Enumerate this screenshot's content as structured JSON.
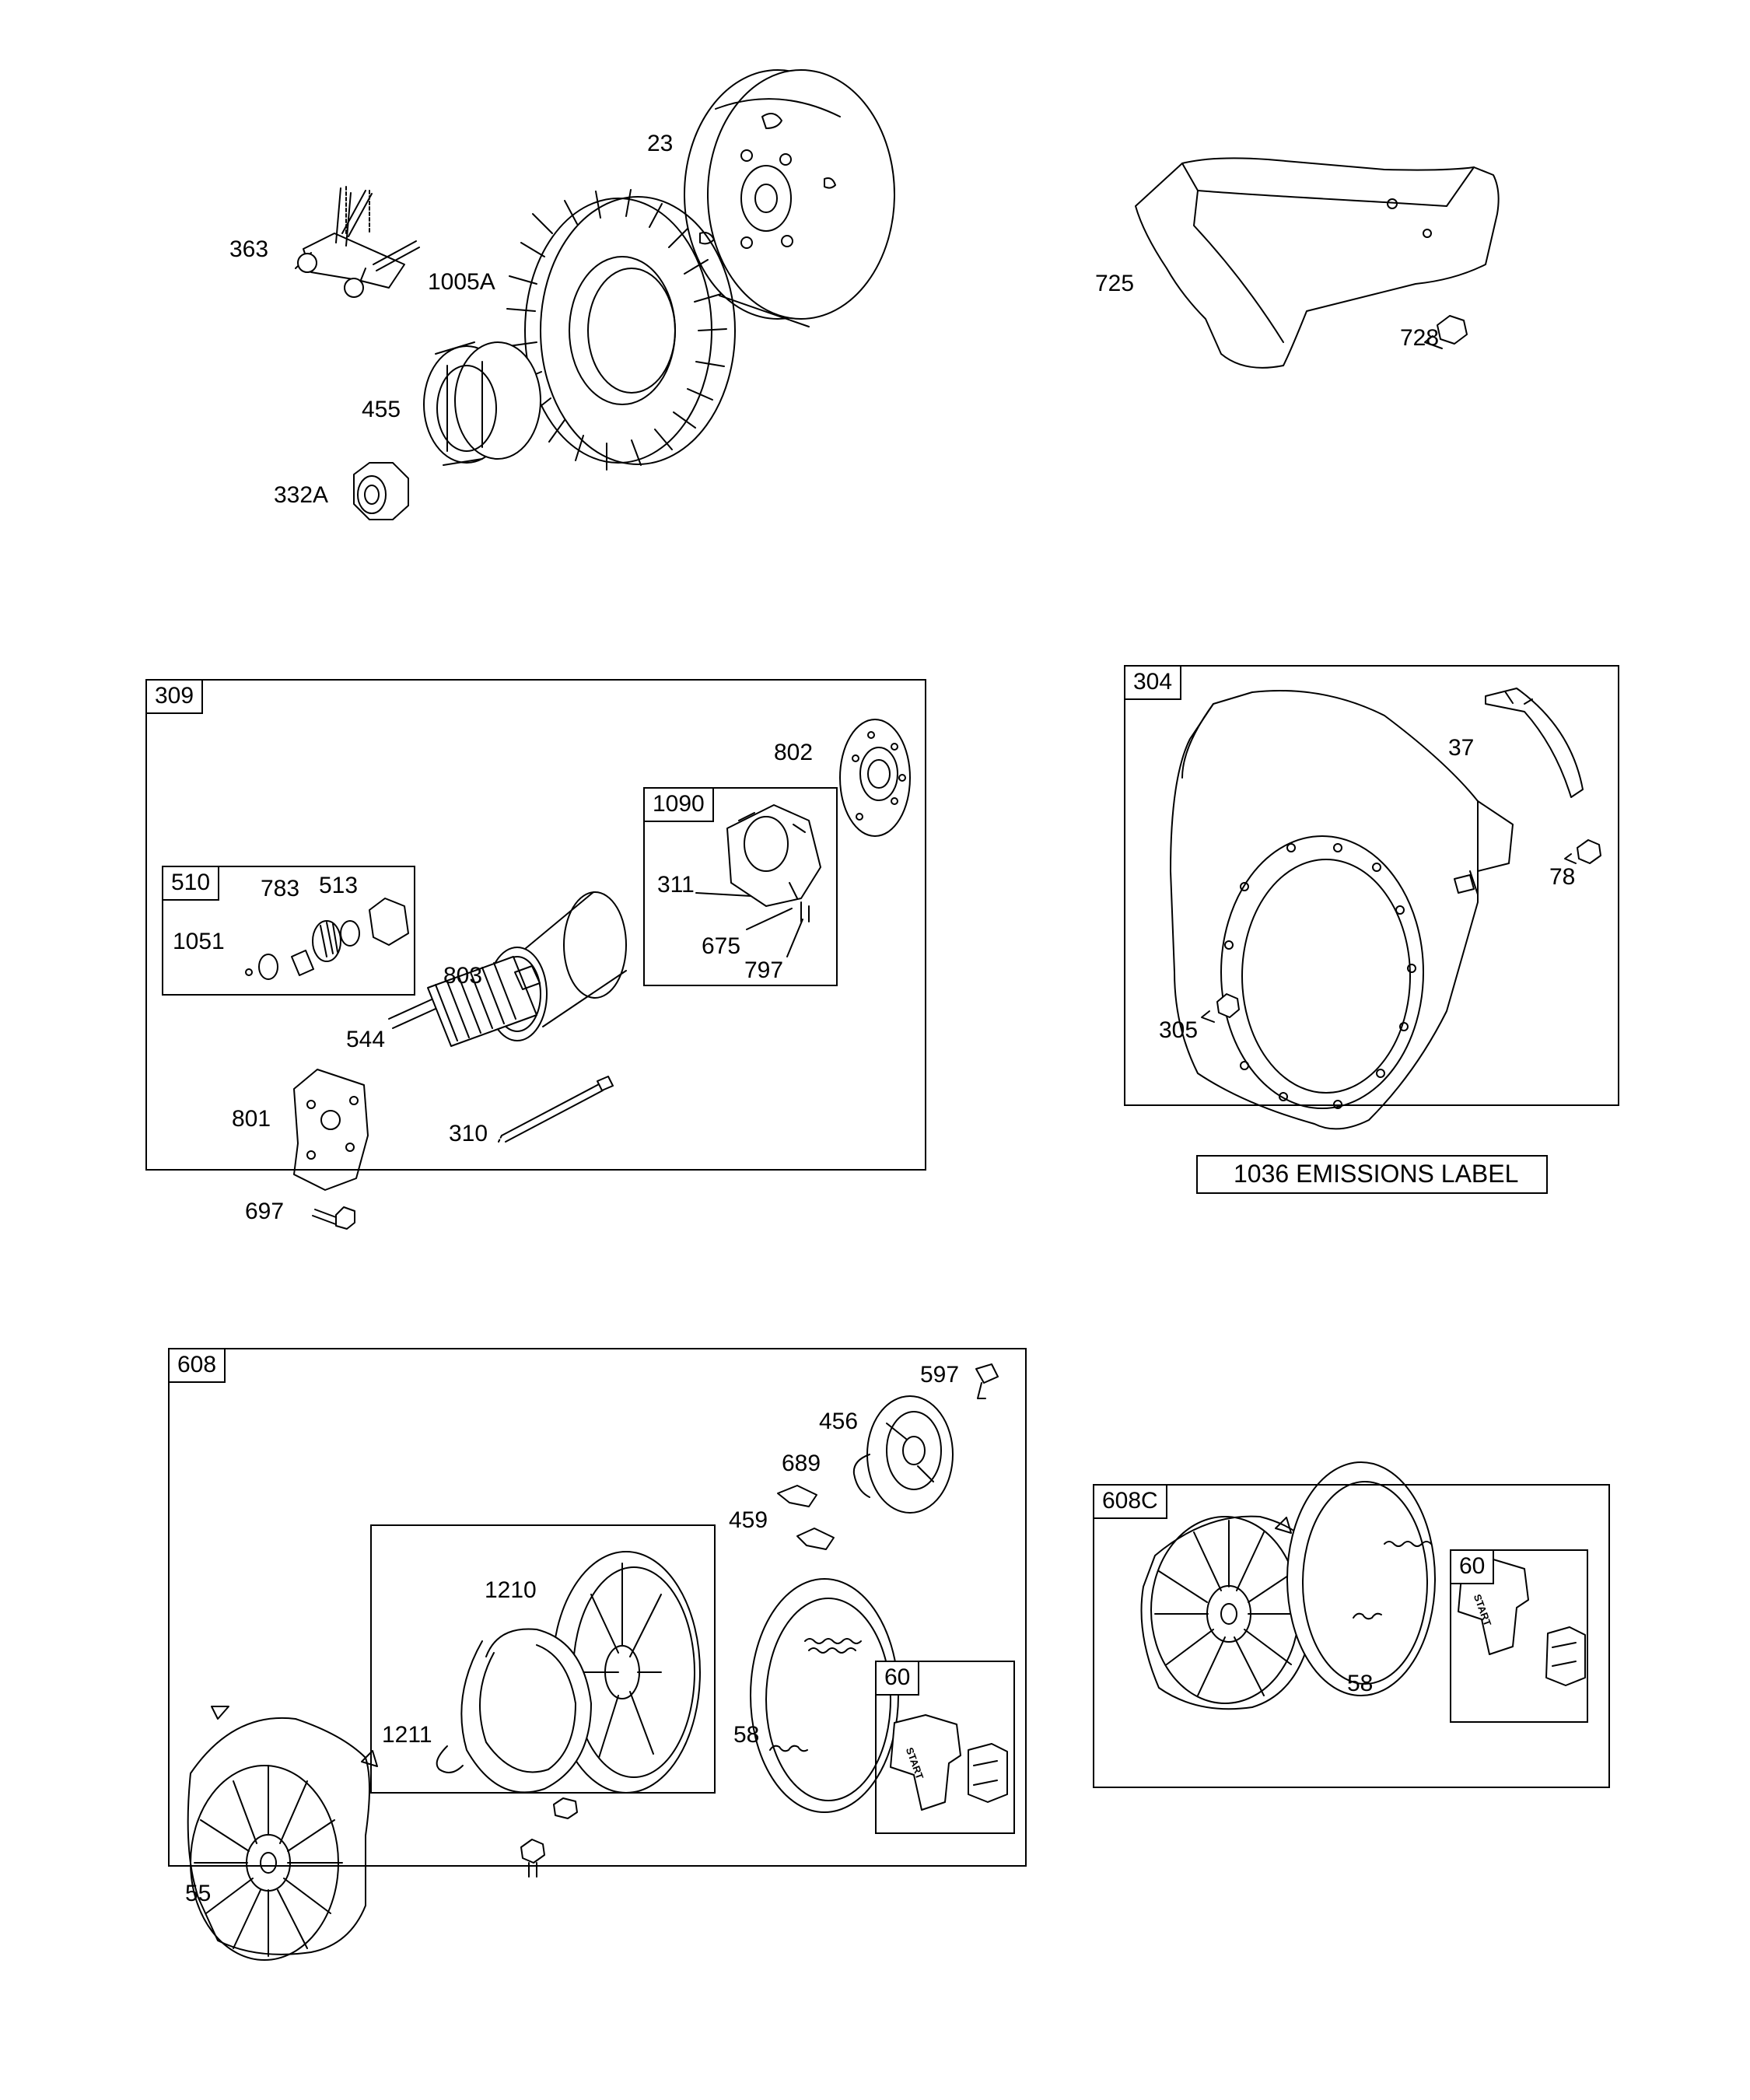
{
  "groups": {
    "g309": "309",
    "g510": "510",
    "g1090": "1090",
    "g304": "304",
    "g608": "608",
    "g608c": "608C",
    "g60a": "60",
    "g60b": "60"
  },
  "caption": "1036 EMISSIONS LABEL",
  "parts": {
    "p23": "23",
    "p363": "363",
    "p1005a": "1005A",
    "p455": "455",
    "p332a": "332A",
    "p725": "725",
    "p728": "728",
    "p802": "802",
    "p311": "311",
    "p675": "675",
    "p797": "797",
    "p783": "783",
    "p513": "513",
    "p1051": "1051",
    "p803": "803",
    "p544": "544",
    "p801": "801",
    "p310": "310",
    "p697": "697",
    "p37": "37",
    "p78": "78",
    "p305": "305",
    "p597": "597",
    "p456": "456",
    "p689": "689",
    "p459": "459",
    "p1210": "1210",
    "p1211": "1211",
    "p58a": "58",
    "p55": "55",
    "p58b": "58"
  },
  "handle_text": "START"
}
